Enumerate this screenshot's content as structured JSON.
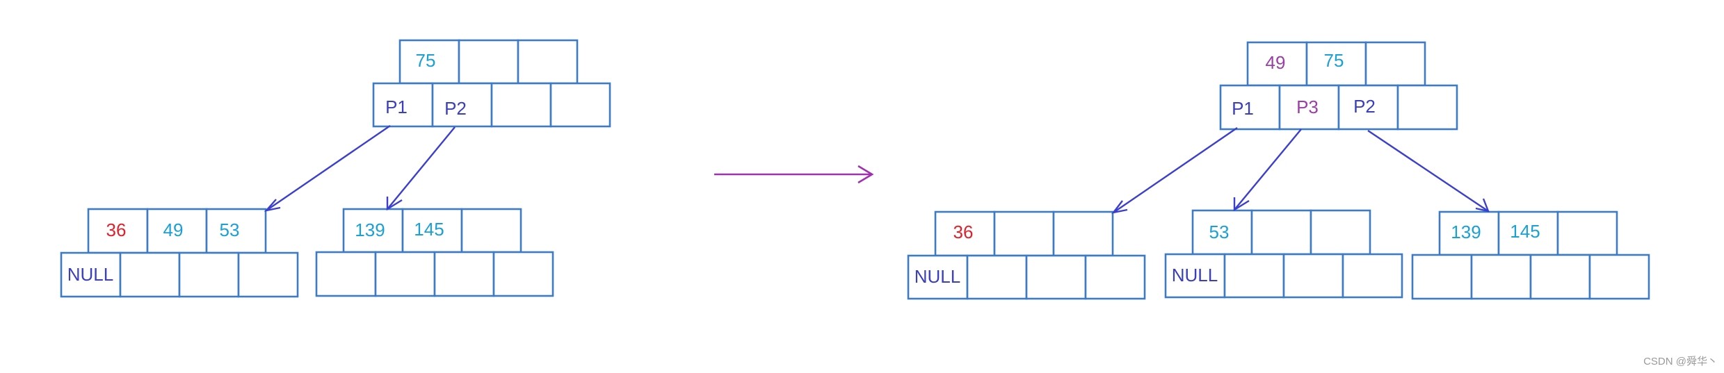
{
  "colors": {
    "cell_border": "#3d7bc4",
    "key": "#1aa0d6",
    "moved_key": "#e0202a",
    "pointer": "#3a3fbf",
    "inserted": "#9c3ea8",
    "edge": "#3a3fd0",
    "transition_arrow": "#a030b0"
  },
  "before": {
    "root": {
      "keys": [
        "75",
        "",
        ""
      ],
      "pointers": [
        "P1",
        "P2",
        "",
        ""
      ]
    },
    "leaf_left": {
      "keys": [
        "36",
        "49",
        "53"
      ],
      "pointers": [
        "NULL",
        "",
        "",
        ""
      ]
    },
    "leaf_right": {
      "keys": [
        "139",
        "145",
        ""
      ],
      "pointers": [
        "",
        "",
        "",
        ""
      ]
    }
  },
  "after": {
    "root": {
      "keys": [
        "49",
        "75",
        ""
      ],
      "pointers": [
        "P1",
        "P3",
        "P2",
        ""
      ]
    },
    "leaf_left": {
      "keys": [
        "36",
        "",
        ""
      ],
      "pointers": [
        "NULL",
        "",
        "",
        ""
      ]
    },
    "leaf_middle": {
      "keys": [
        "53",
        "",
        ""
      ],
      "pointers": [
        "NULL",
        "",
        "",
        ""
      ]
    },
    "leaf_right": {
      "keys": [
        "139",
        "145",
        ""
      ],
      "pointers": [
        "",
        "",
        "",
        ""
      ]
    }
  },
  "watermark": "CSDN @舜华丶"
}
